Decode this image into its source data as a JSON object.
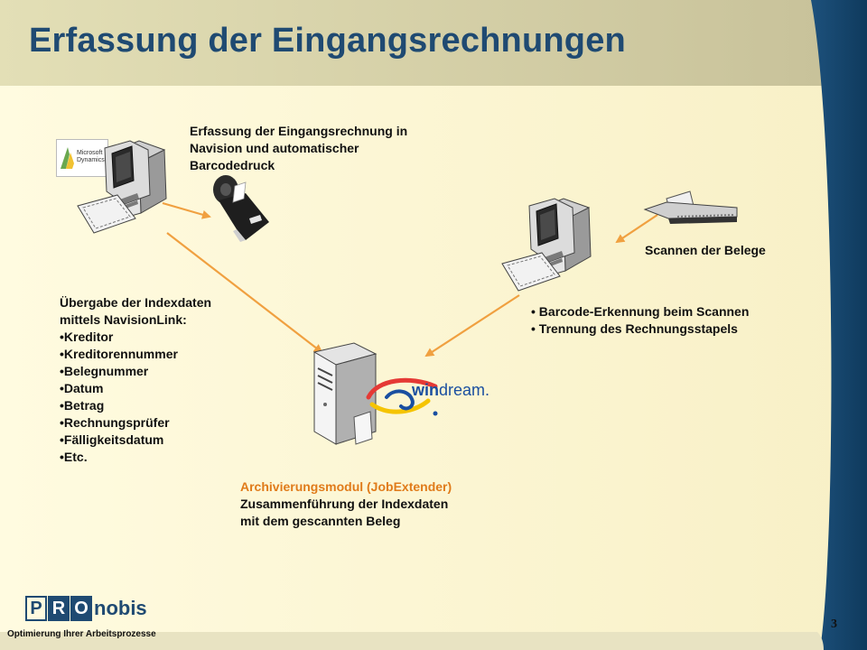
{
  "title": "Erfassung der Eingangsrechnungen",
  "navision": {
    "logo_text_1": "Microsoft",
    "logo_text_2": "Dynamics",
    "label_lines": [
      "Erfassung der Eingangsrechnung in",
      "Navision und automatischer",
      "Barcodedruck"
    ]
  },
  "index_data": {
    "heading_lines": [
      "Übergabe der Indexdaten",
      "mittels NavisionLink:"
    ],
    "items": [
      "•Kreditor",
      "•Kreditorennummer",
      "•Belegnummer",
      "•Datum",
      "•Betrag",
      "•Rechnungsprüfer",
      "•Fälligkeitsdatum",
      "•Etc."
    ]
  },
  "scan": {
    "label": "Scannen der Belege",
    "bullets": [
      "• Barcode-Erkennung beim Scannen",
      "• Trennung des Rechnungsstapels"
    ]
  },
  "archive": {
    "orange_line": "Archivierungsmodul (JobExtender)",
    "lines": [
      "Zusammenführung der Indexdaten",
      "mit dem gescannten Beleg"
    ],
    "windream_bold": "win",
    "windream_rest": "dream."
  },
  "footer": {
    "logo_letters": [
      "P",
      "R",
      "O",
      "nobis"
    ],
    "tagline": "Optimierung Ihrer Arbeitsprozesse",
    "page_number": "3"
  },
  "colors": {
    "background": "#fdf7d2",
    "title": "#1f4a72",
    "arrow": "#f0a040",
    "accent_orange": "#e07b1a",
    "side_band": "#17456b"
  }
}
